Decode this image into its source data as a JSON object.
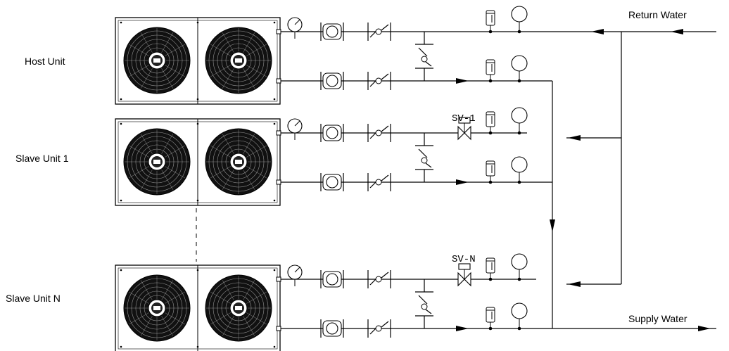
{
  "labels": {
    "return_water": "Return Water",
    "supply_water": "Supply Water"
  },
  "units": [
    {
      "name": "Host Unit"
    },
    {
      "name": "Slave Unit 1",
      "valve": "SV-1"
    },
    {
      "name": "Slave Unit N",
      "valve": "SV-N"
    }
  ],
  "colors": {
    "line": "#000000",
    "background": "#ffffff"
  }
}
